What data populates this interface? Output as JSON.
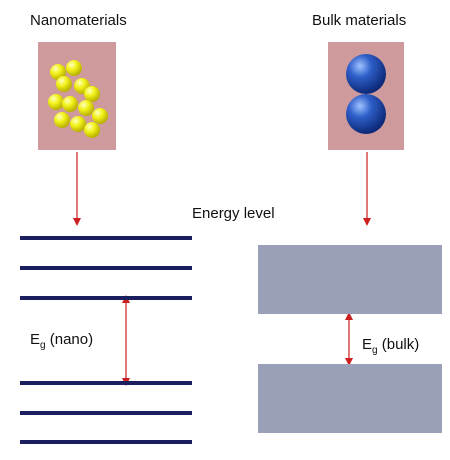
{
  "left": {
    "title": "Nanomaterials",
    "gap_label": "E",
    "gap_sub": "g",
    "gap_suffix": " (nano)"
  },
  "right": {
    "title": "Bulk materials",
    "gap_label": "E",
    "gap_sub": "g",
    "gap_suffix": " (bulk)"
  },
  "center": {
    "title": "Energy level"
  },
  "colors": {
    "box": "#cf9a9b",
    "nano_particles": "#f2f21a",
    "bulk_particles": "#2f5fc9",
    "energy_lines": "#1b1f5e",
    "bulk_bands": "#9aa0b8",
    "arrows": "#cc1f1f"
  }
}
